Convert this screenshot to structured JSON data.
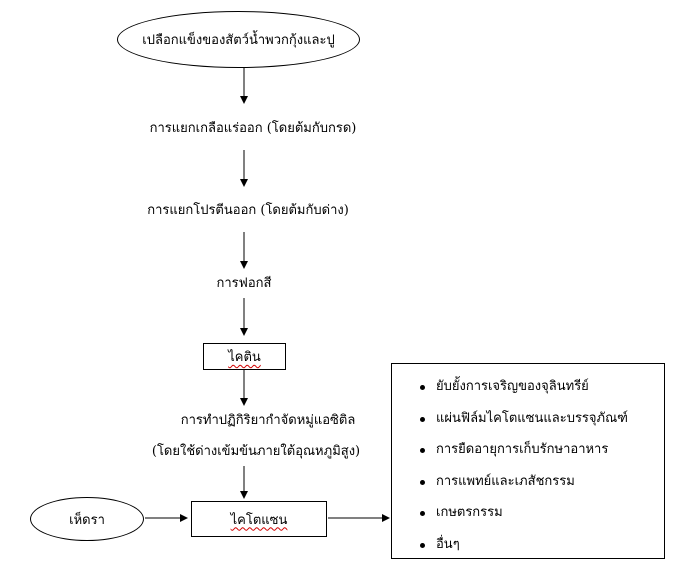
{
  "start_node": "เปลือกแข็งของสัตว์น้ำพวกกุ้งและปู",
  "step_salt": "การแยกเกลือแร่ออก (โดยต้มกับกรด)",
  "step_protein": "การแยกโปรตีนออก (โดยต้มกับด่าง)",
  "step_bleach": "การฟอกสี",
  "chitin_box": "ไคติน",
  "step_deacetyl_line1": "การทำปฏิกิริยากำจัดหมู่แอซิติล",
  "step_deacetyl_line2": "(โดยใช้ด่างเข้มข้นภายใต้อุณหภูมิสูง)",
  "fungi_node": "เห็ดรา",
  "chitosan_box": "ไคโตแซน",
  "applications": [
    "ยับยั้งการเจริญของจุลินทรีย์",
    "แผ่นฟิล์มไคโตแซนและบรรจุภัณฑ์",
    "การยืดอายุการเก็บรักษาอาหาร",
    "การแพทย์และเภสัชกรรม",
    "เกษตรกรรม",
    "อื่นๆ"
  ]
}
